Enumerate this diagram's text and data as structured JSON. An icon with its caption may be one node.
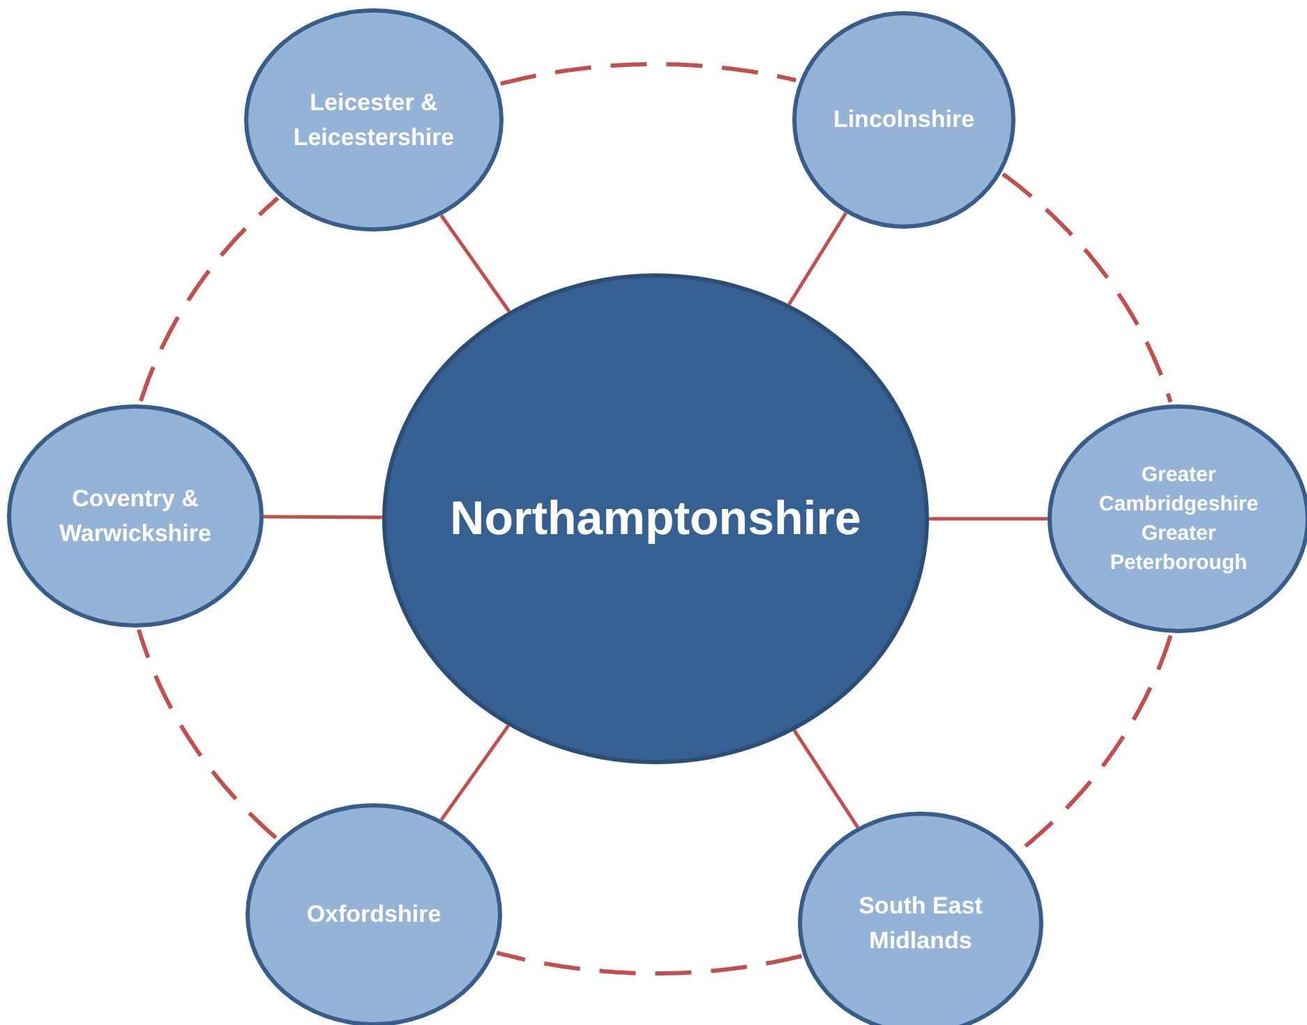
{
  "diagram": {
    "nodes": [
      {
        "text": [
          "Northamptonshire"
        ]
      },
      {
        "text": [
          "Leicester & Leicestershire"
        ]
      },
      {
        "text": [
          "Lincolnshire"
        ]
      },
      {
        "text": [
          "Greater Cambridgeshire",
          "Greater Peterborough"
        ]
      },
      {
        "text": [
          "South East Midlands"
        ]
      },
      {
        "text": [
          "Oxfordshire"
        ]
      },
      {
        "text": [
          "Coventry & Warwickshire"
        ]
      }
    ],
    "edges": [
      {
        "from": 0,
        "to": 1,
        "arrow": "none"
      },
      {
        "from": 0,
        "to": 2,
        "arrow": "none"
      },
      {
        "from": 0,
        "to": 3,
        "arrow": "none"
      },
      {
        "from": 0,
        "to": 4,
        "arrow": "none"
      },
      {
        "from": 0,
        "to": 5,
        "arrow": "none"
      },
      {
        "from": 0,
        "to": 6,
        "arrow": "none"
      },
      {
        "from": 1,
        "to": 2,
        "arrow": "none",
        "style": "dashed"
      },
      {
        "from": 2,
        "to": 3,
        "arrow": "none",
        "style": "dashed"
      },
      {
        "from": 3,
        "to": 4,
        "arrow": "none",
        "style": "dashed"
      },
      {
        "from": 4,
        "to": 5,
        "arrow": "none",
        "style": "dashed"
      },
      {
        "from": 5,
        "to": 6,
        "arrow": "none",
        "style": "dashed"
      },
      {
        "from": 6,
        "to": 1,
        "arrow": "none",
        "style": "dashed"
      }
    ]
  }
}
